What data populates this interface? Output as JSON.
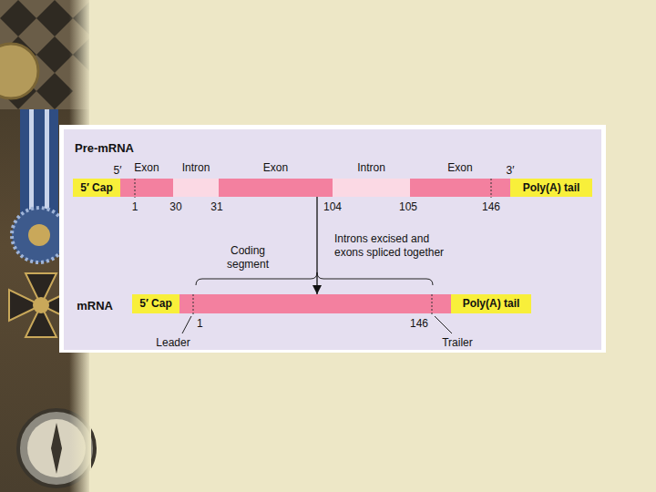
{
  "diagram": {
    "nodes": [
      {
        "text": [
          "Pre-mRNA"
        ]
      },
      {
        "text": [
          "5′ Cap"
        ],
        "in": 0
      },
      {
        "text": [
          "Exon"
        ],
        "in": 0
      },
      {
        "text": [
          "Intron"
        ],
        "in": 0
      },
      {
        "text": [
          "Exon"
        ],
        "in": 0
      },
      {
        "text": [
          "Intron"
        ],
        "in": 0
      },
      {
        "text": [
          "Exon"
        ],
        "in": 0
      },
      {
        "text": [
          "Poly(A) tail"
        ],
        "in": 0
      },
      {
        "text": [
          "mRNA"
        ]
      },
      {
        "text": [
          "5′ Cap"
        ],
        "in": 8
      },
      {
        "text": [
          "Poly(A) tail"
        ],
        "in": 8
      }
    ],
    "edges": [
      {
        "from": 0,
        "to": 8,
        "arrow": "to",
        "label": "Introns excised and exons spliced together"
      }
    ],
    "labels": [
      "5′",
      "3′",
      "1",
      "30",
      "31",
      "104",
      "105",
      "146",
      "Coding segment",
      "1",
      "146",
      "Leader",
      "Trailer"
    ]
  }
}
